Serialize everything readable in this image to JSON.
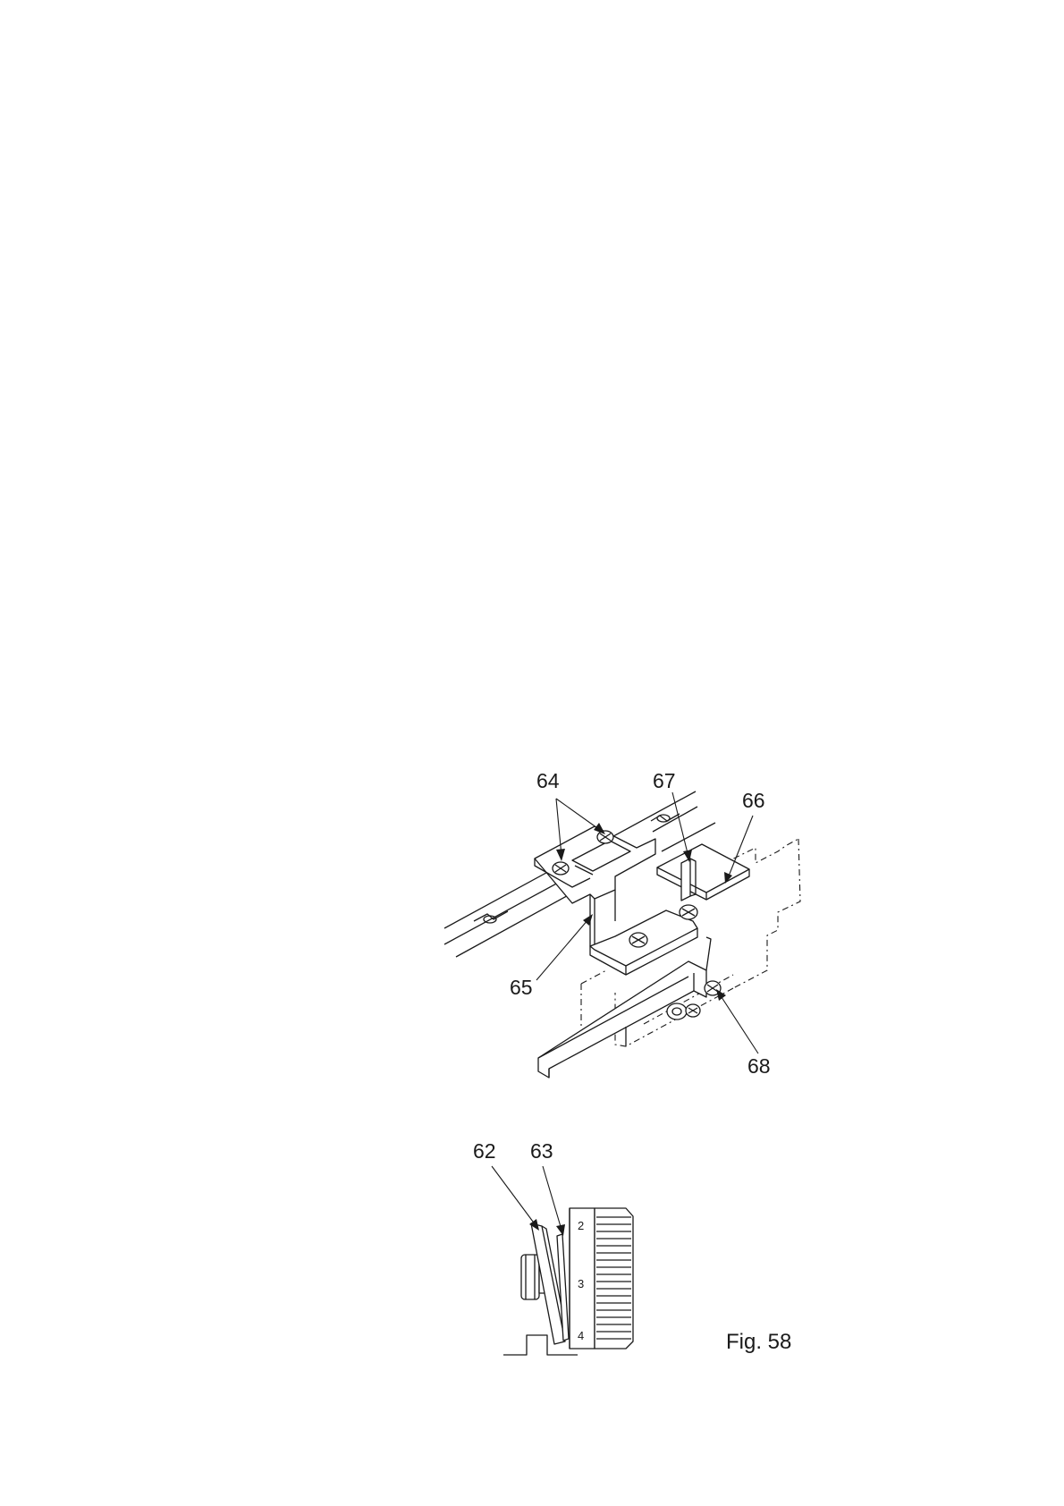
{
  "figure": {
    "caption": "Fig. 58"
  },
  "upper_assembly": {
    "callouts": [
      {
        "id": "64",
        "label": "64"
      },
      {
        "id": "67",
        "label": "67"
      },
      {
        "id": "66",
        "label": "66"
      },
      {
        "id": "65",
        "label": "65"
      },
      {
        "id": "68",
        "label": "68"
      }
    ]
  },
  "lower_assembly": {
    "callouts": [
      {
        "id": "62",
        "label": "62"
      },
      {
        "id": "63",
        "label": "63"
      }
    ],
    "dial_markings": [
      "2",
      "3",
      "4"
    ]
  }
}
